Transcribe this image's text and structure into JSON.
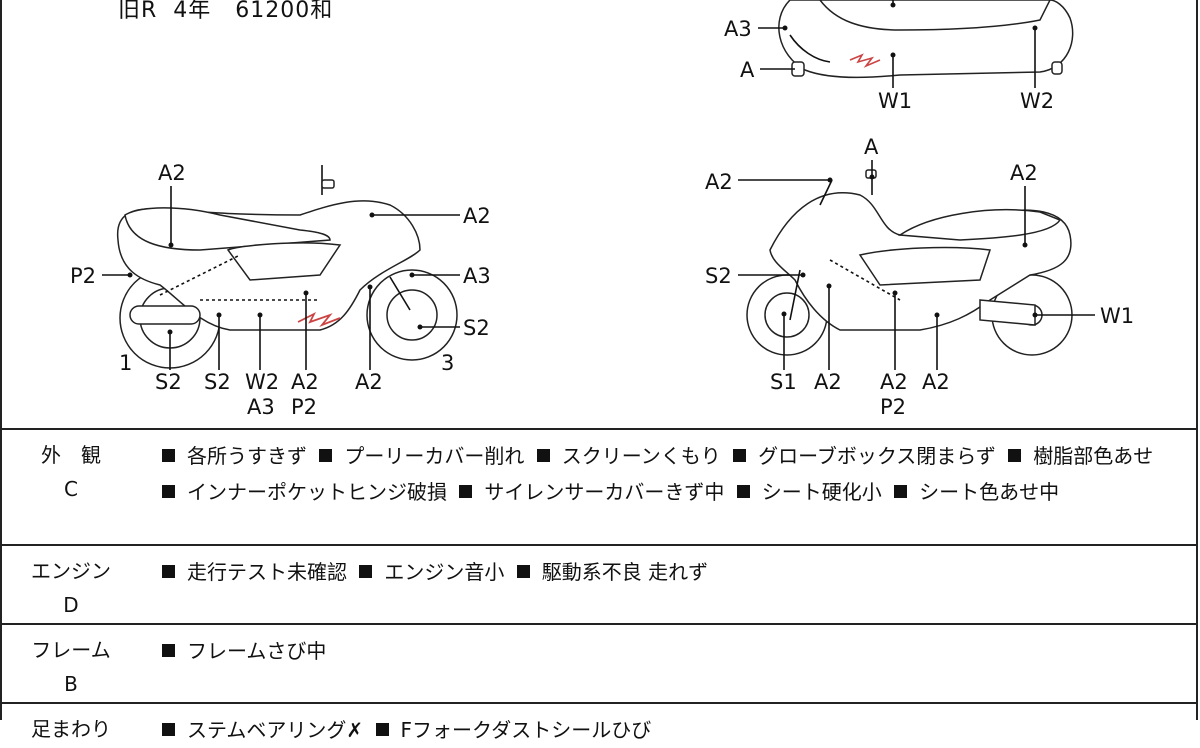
{
  "header": {
    "text": "旧R  4年   61200和"
  },
  "diagram": {
    "top_view_labels": [
      "A3",
      "A",
      "W1",
      "W2"
    ],
    "left_view_labels": [
      "A2",
      "A2",
      "P2",
      "A3",
      "S2",
      "1",
      "3",
      "S2",
      "S2",
      "W2",
      "A3",
      "A2",
      "P2",
      "A2"
    ],
    "right_view_labels": [
      "A",
      "A2",
      "A2",
      "S2",
      "W1",
      "S1",
      "A2",
      "A2",
      "P2",
      "A2"
    ]
  },
  "rows": [
    {
      "category": "外　観",
      "code": "C",
      "items": [
        "各所うすきず",
        "プーリーカバー削れ",
        "スクリーンくもり",
        "グローブボックス閉まらず",
        "樹脂部色あせ",
        "インナーポケットヒンジ破損",
        "サイレンサーカバーきず中",
        "シート硬化小",
        "シート色あせ中"
      ]
    },
    {
      "category": "エンジン",
      "code": "D",
      "items": [
        "走行テスト未確認",
        "エンジン音小",
        "駆動系不良 走れず"
      ]
    },
    {
      "category": "フレーム",
      "code": "B",
      "items": [
        "フレームさび中"
      ]
    },
    {
      "category": "足まわり",
      "code": "",
      "items": [
        "ステムベアリング✗",
        "Fフォークダストシールひび"
      ]
    }
  ]
}
